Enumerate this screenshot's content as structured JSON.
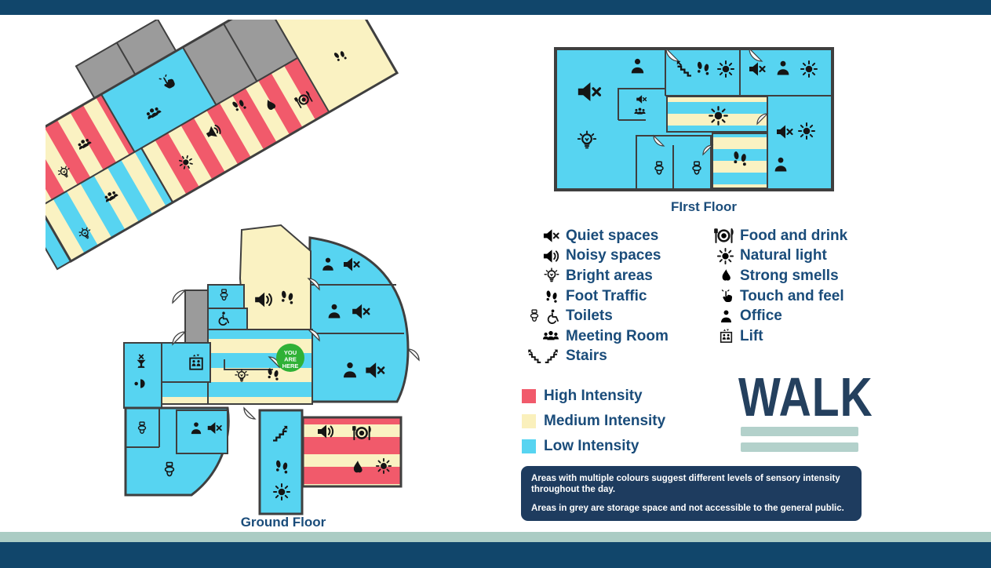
{
  "page": {
    "type": "sensory-map",
    "background": "#ffffff"
  },
  "floors": {
    "ground": {
      "label": "Ground Floor",
      "you_are_here": {
        "lines": [
          "YOU",
          "ARE",
          "HERE"
        ],
        "color": "#2fb136"
      },
      "rooms": [
        {
          "name": "storage-wing",
          "intensity": "storage",
          "icons": []
        },
        {
          "name": "wing-lower-left",
          "intensity": "low-medium",
          "icons": [
            "meeting",
            "bright"
          ]
        },
        {
          "name": "wing-upper-left",
          "intensity": "medium-high",
          "icons": [
            "meeting",
            "bright"
          ]
        },
        {
          "name": "wing-activity-room",
          "intensity": "low",
          "icons": [
            "touch",
            "meeting"
          ]
        },
        {
          "name": "wing-corridor",
          "intensity": "medium-high",
          "icons": [
            "natural-light",
            "noisy",
            "foot-traffic",
            "smells",
            "food-drink"
          ]
        },
        {
          "name": "wing-tip-room",
          "intensity": "medium",
          "icons": [
            "natural-light",
            "foot-traffic"
          ]
        },
        {
          "name": "atrium",
          "intensity": "medium",
          "icons": [
            "noisy",
            "foot-traffic"
          ]
        },
        {
          "name": "office-1",
          "intensity": "low",
          "icons": [
            "office",
            "quiet"
          ]
        },
        {
          "name": "office-2",
          "intensity": "low",
          "icons": [
            "office",
            "quiet"
          ]
        },
        {
          "name": "office-3",
          "intensity": "low",
          "icons": [
            "office",
            "quiet"
          ]
        },
        {
          "name": "main-corridor",
          "intensity": "low-medium",
          "icons": [
            "bright",
            "foot-traffic"
          ]
        },
        {
          "name": "refreshment-room",
          "intensity": "low",
          "icons": [
            "no-drinks",
            "drinking-fountain"
          ]
        },
        {
          "name": "lift-lobby",
          "intensity": "low",
          "icons": [
            "lift"
          ]
        },
        {
          "name": "toilet-1",
          "intensity": "low",
          "icons": [
            "toilet"
          ]
        },
        {
          "name": "accessible-toilet",
          "intensity": "low",
          "icons": [
            "wheelchair"
          ]
        },
        {
          "name": "toilet-block",
          "intensity": "low",
          "icons": [
            "toilet",
            "toilet"
          ]
        },
        {
          "name": "office-4",
          "intensity": "low",
          "icons": [
            "office",
            "quiet"
          ]
        },
        {
          "name": "stair-corridor",
          "intensity": "low",
          "icons": [
            "stairs-up",
            "foot-traffic",
            "natural-light"
          ]
        },
        {
          "name": "cafe",
          "intensity": "high-medium",
          "icons": [
            "noisy",
            "food-drink",
            "smells",
            "natural-light"
          ]
        }
      ]
    },
    "first": {
      "label": "FIrst Floor",
      "rooms": [
        {
          "name": "large-office",
          "intensity": "low",
          "icons": [
            "quiet",
            "office",
            "bright"
          ]
        },
        {
          "name": "meeting-room",
          "intensity": "low",
          "icons": [
            "quiet",
            "meeting"
          ]
        },
        {
          "name": "stair-landing",
          "intensity": "low",
          "icons": [
            "stairs-down",
            "foot-traffic",
            "natural-light"
          ]
        },
        {
          "name": "office-ne",
          "intensity": "low",
          "icons": [
            "quiet",
            "office",
            "natural-light"
          ]
        },
        {
          "name": "corridor",
          "intensity": "low-medium",
          "icons": [
            "natural-light",
            "foot-traffic"
          ]
        },
        {
          "name": "office-e",
          "intensity": "low",
          "icons": [
            "quiet",
            "natural-light",
            "office"
          ]
        },
        {
          "name": "toilets",
          "intensity": "low",
          "icons": [
            "toilet",
            "toilet"
          ]
        }
      ]
    }
  },
  "legend": {
    "sensory": [
      {
        "icons": [
          "quiet"
        ],
        "label": "Quiet spaces"
      },
      {
        "icons": [
          "noisy"
        ],
        "label": "Noisy spaces"
      },
      {
        "icons": [
          "bright"
        ],
        "label": "Bright areas"
      },
      {
        "icons": [
          "foot-traffic"
        ],
        "label": "Foot Traffic"
      },
      {
        "icons": [
          "toilet",
          "wheelchair"
        ],
        "label": "Toilets"
      },
      {
        "icons": [
          "meeting"
        ],
        "label": "Meeting Room"
      },
      {
        "icons": [
          "stairs-up",
          "stairs-down"
        ],
        "label": "Stairs"
      },
      {
        "icons": [
          "food-drink"
        ],
        "label": "Food and drink"
      },
      {
        "icons": [
          "natural-light"
        ],
        "label": "Natural light"
      },
      {
        "icons": [
          "smells"
        ],
        "label": "Strong smells"
      },
      {
        "icons": [
          "touch"
        ],
        "label": "Touch and feel"
      },
      {
        "icons": [
          "office"
        ],
        "label": "Office"
      },
      {
        "icons": [
          "lift"
        ],
        "label": "Lift"
      }
    ],
    "intensity": [
      {
        "label": "High Intensity",
        "color": "#f15a6b"
      },
      {
        "label": "Medium Intensity",
        "color": "#faf0bc"
      },
      {
        "label": "Low Intensity",
        "color": "#57d4f1"
      }
    ]
  },
  "logo": {
    "text": "WALK"
  },
  "notes": {
    "para1": "Areas with multiple colours suggest different levels of sensory intensity throughout the day.",
    "para2": "Areas in grey are storage space and not accessible to the general public."
  },
  "colors": {
    "header_band": "#11466b",
    "footer_band": "#11466b",
    "sage_band": "#abccc4",
    "high": "#f15a6b",
    "medium": "#faf2c2",
    "low": "#57d4f1",
    "storage_grey": "#9b9b9b",
    "wall": "#3f3f3f",
    "text_navy": "#1a4c7a",
    "note_navy": "#1e3c5f",
    "marker_green": "#2fb136"
  }
}
